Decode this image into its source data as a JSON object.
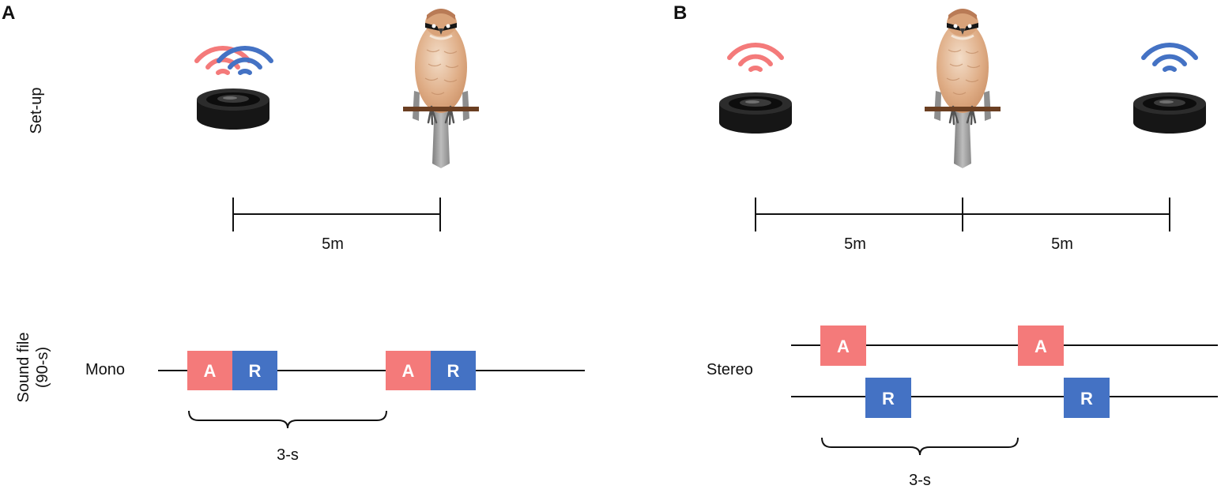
{
  "colors": {
    "attack": "#f47a7a",
    "response": "#4472c4",
    "line": "#111111",
    "speaker": "#161616",
    "bird_body": "#dfad86",
    "perch": "#6b3f22"
  },
  "icons": [
    "speaker-icon",
    "sound-wave-icon",
    "bird-icon",
    "perch-icon"
  ],
  "row_labels": {
    "setup": "Set-up",
    "sound_file_line1": "Sound file",
    "sound_file_line2": "(90-s)"
  },
  "panel_a": {
    "letter": "A",
    "distance": "5m",
    "track_label": "Mono",
    "box_a": "A",
    "box_r": "R",
    "interval": "3-s"
  },
  "panel_b": {
    "letter": "B",
    "distance_left": "5m",
    "distance_right": "5m",
    "track_label": "Stereo",
    "box_a": "A",
    "box_r": "R",
    "interval": "3-s"
  }
}
